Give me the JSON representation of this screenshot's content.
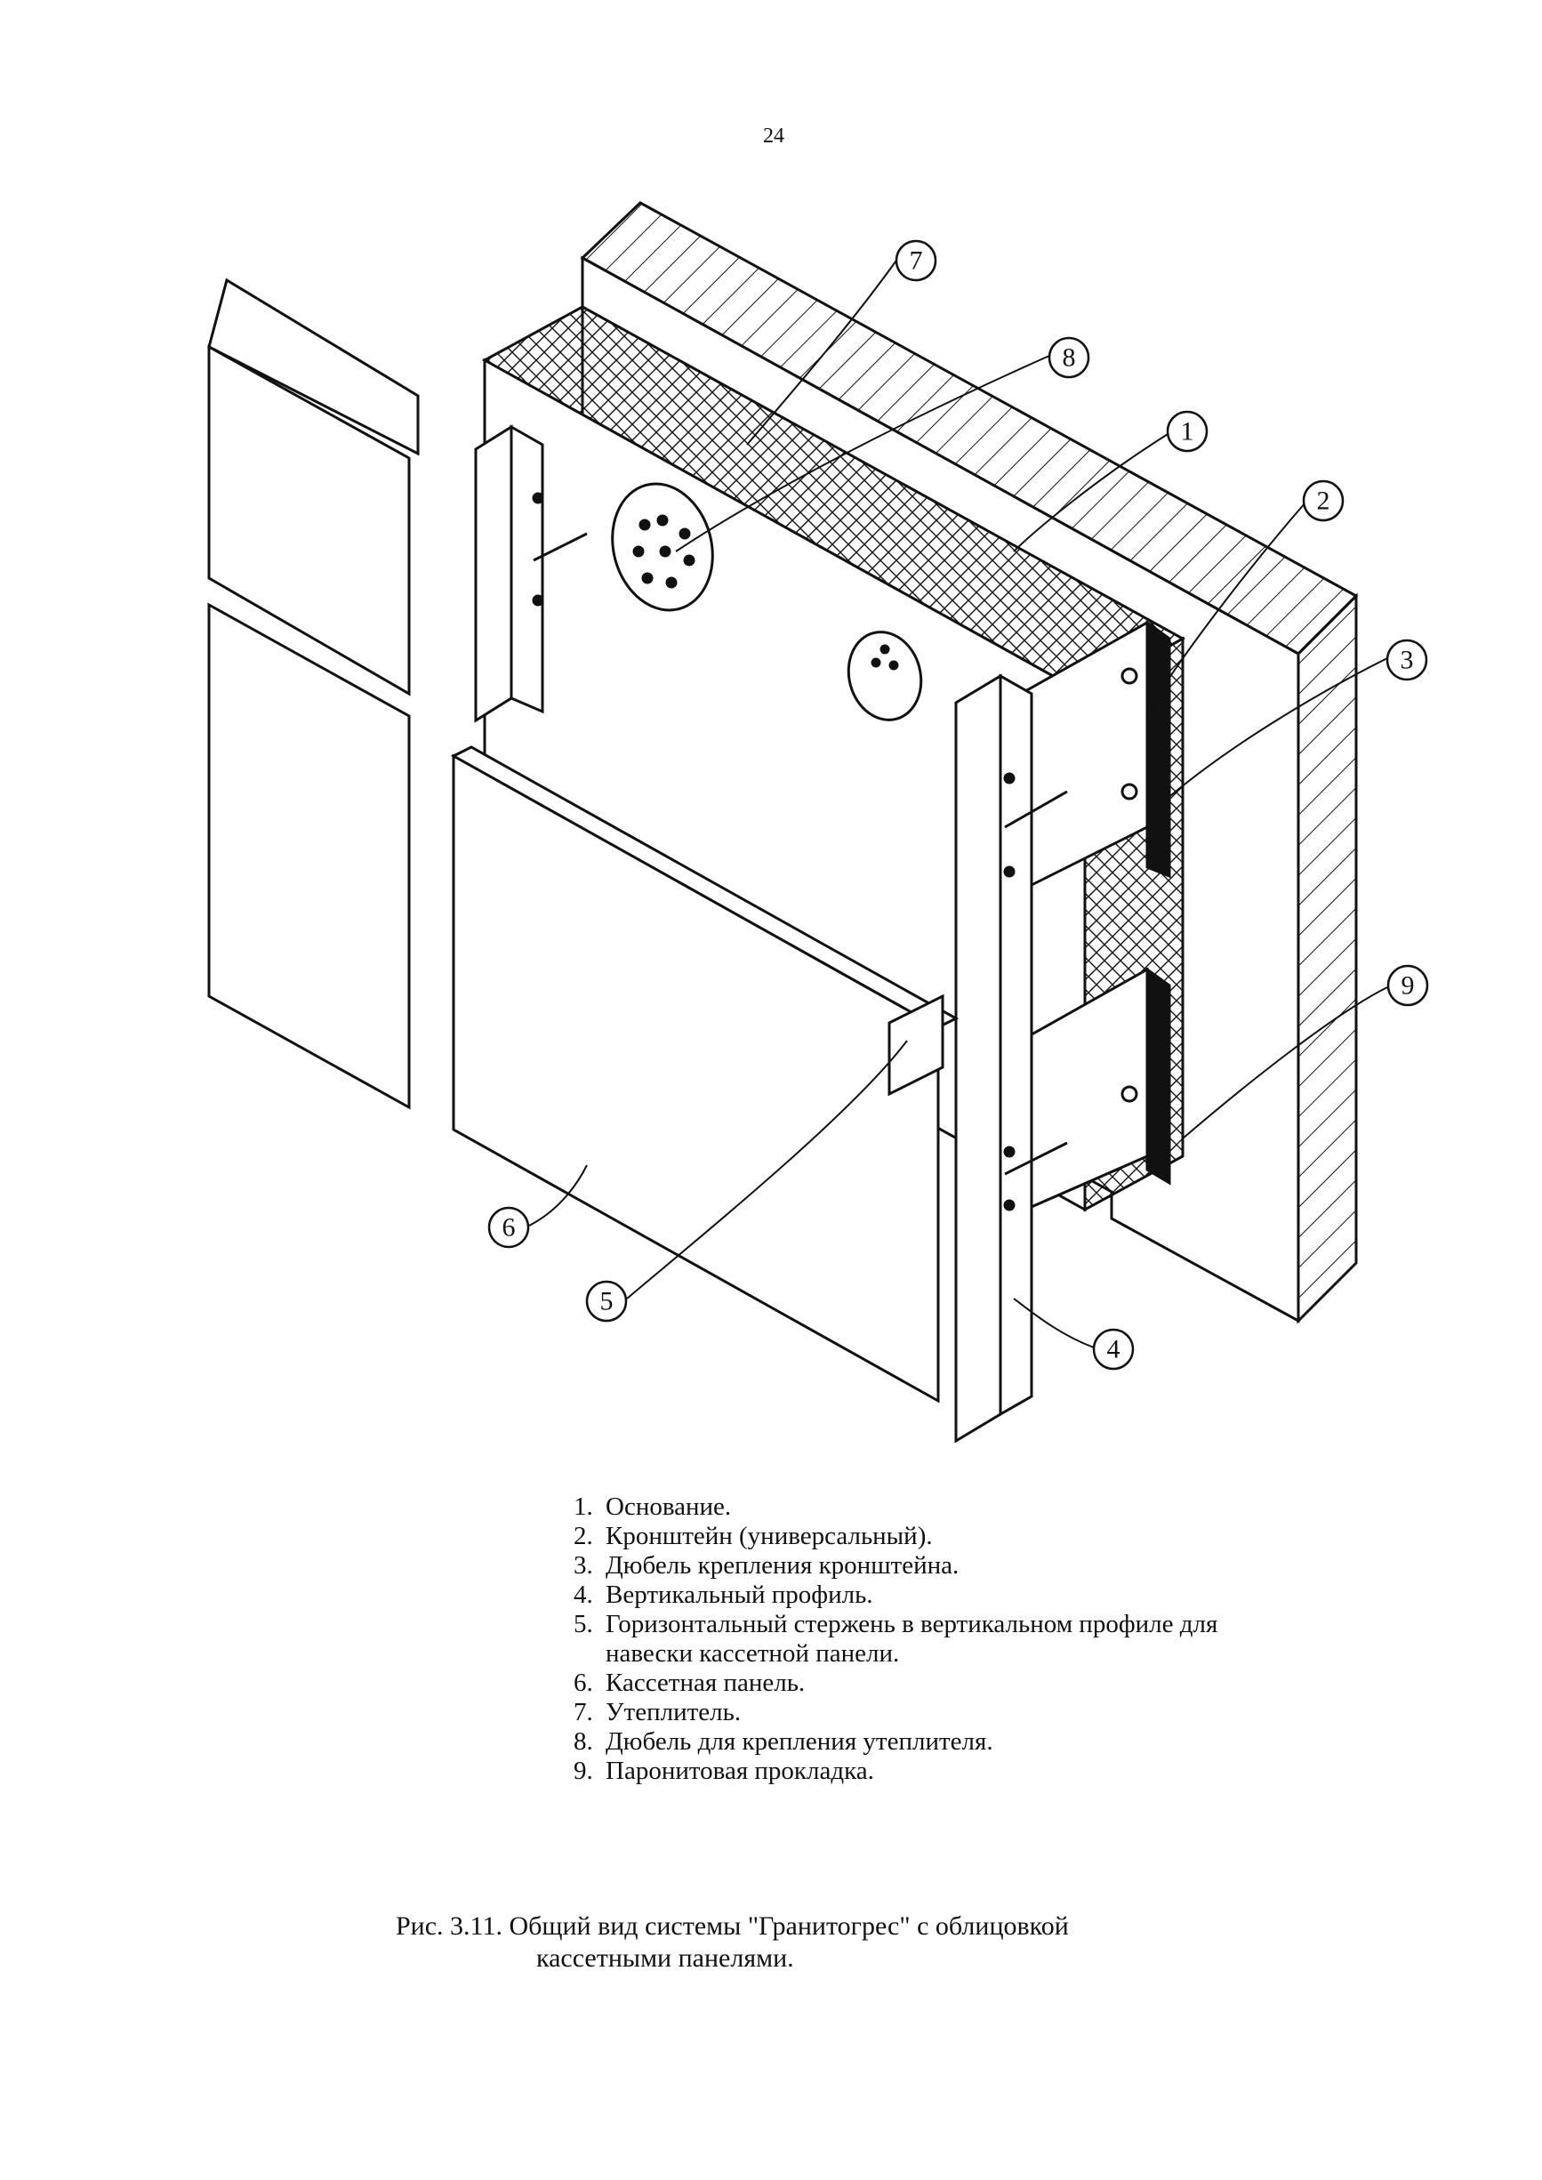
{
  "page_number": "24",
  "callouts": [
    {
      "id": "1",
      "label": "1"
    },
    {
      "id": "2",
      "label": "2"
    },
    {
      "id": "3",
      "label": "3"
    },
    {
      "id": "4",
      "label": "4"
    },
    {
      "id": "5",
      "label": "5"
    },
    {
      "id": "6",
      "label": "6"
    },
    {
      "id": "7",
      "label": "7"
    },
    {
      "id": "8",
      "label": "8"
    },
    {
      "id": "9",
      "label": "9"
    }
  ],
  "legend": [
    {
      "num": "1.",
      "text": "Основание."
    },
    {
      "num": "2.",
      "text": "Кронштейн (универсальный)."
    },
    {
      "num": "3.",
      "text": "Дюбель крепления кронштейна."
    },
    {
      "num": "4.",
      "text": "Вертикальный профиль."
    },
    {
      "num": "5.",
      "text": "Горизонтальный стержень в вертикальном профиле для навески кассетной панели."
    },
    {
      "num": "6.",
      "text": "Кассетная панель."
    },
    {
      "num": "7.",
      "text": "Утеплитель."
    },
    {
      "num": "8.",
      "text": "Дюбель для крепления утеплителя."
    },
    {
      "num": "9.",
      "text": "Паронитовая прокладка."
    }
  ],
  "caption": {
    "line1": "Рис. 3.11. Общий вид системы \"Гранитогрес\" с облицовкой",
    "line2": "кассетными панелями."
  }
}
